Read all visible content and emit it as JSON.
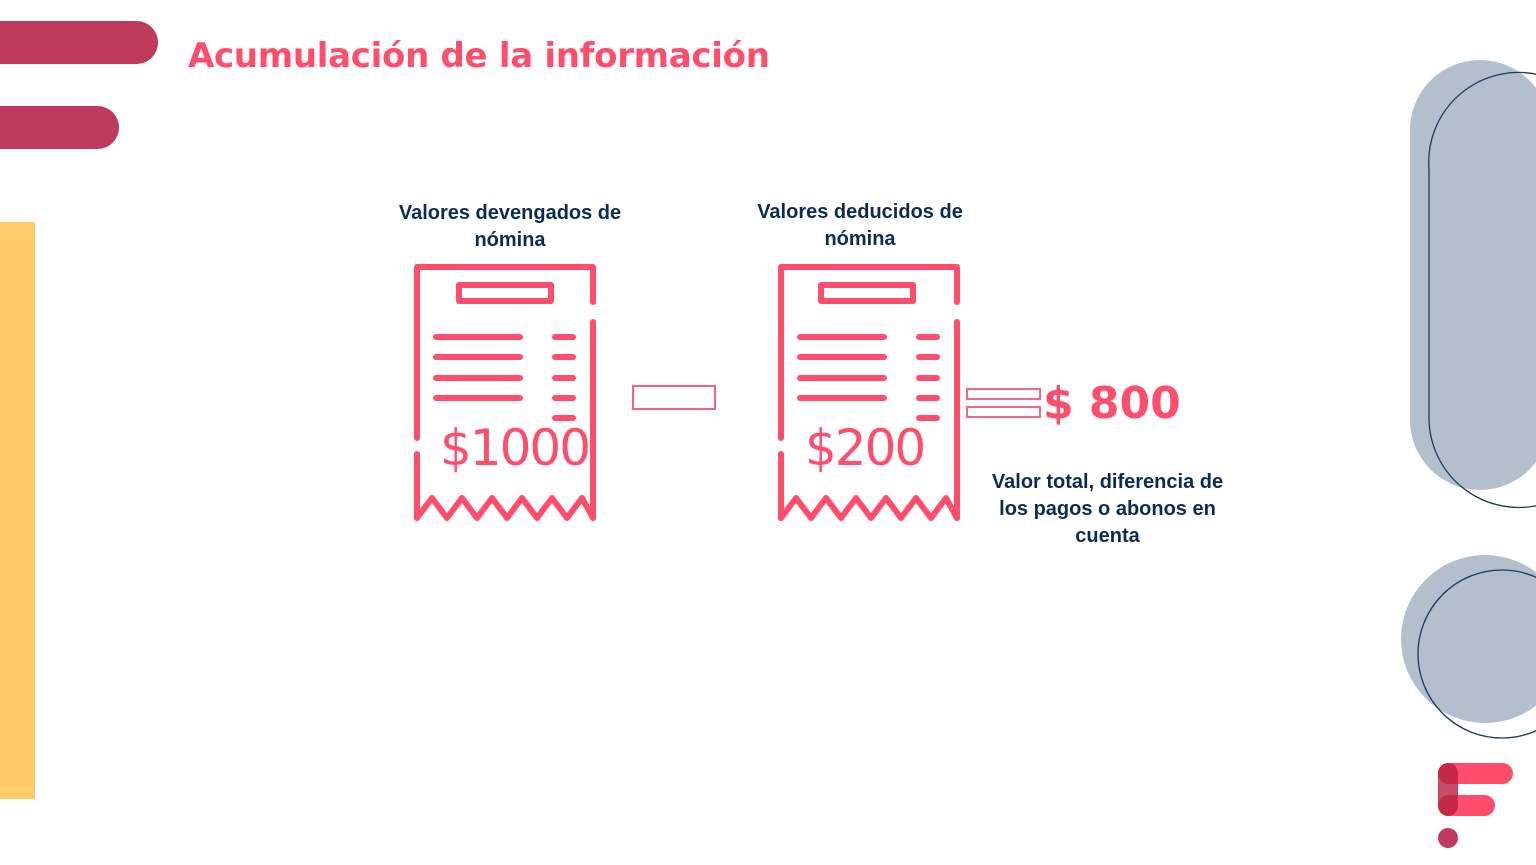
{
  "slide": {
    "title": "Acumulación de la información",
    "colors": {
      "accent": "#ff4d6d",
      "brand_dark_pink": "#bf3a5c",
      "yellow": "#fecb66",
      "navy_text": "#0d2b52",
      "gray_shape": "#b3bfcc",
      "outline": "#1f3a5f"
    }
  },
  "diagram": {
    "receipt_earned": {
      "label": "Valores devengados de nómina",
      "amount": "$1000",
      "icon": "receipt-icon"
    },
    "operator_minus": {
      "icon": "minus-icon"
    },
    "receipt_deducted": {
      "label": "Valores deducidos de nómina",
      "amount": "$200",
      "icon": "receipt-icon"
    },
    "operator_equals": {
      "icon": "equals-icon"
    },
    "result": {
      "amount": "$ 800",
      "label": "Valor total, diferencia de los pagos o abonos en cuenta"
    }
  },
  "logo": {
    "icon": "brand-f-logo-icon"
  }
}
